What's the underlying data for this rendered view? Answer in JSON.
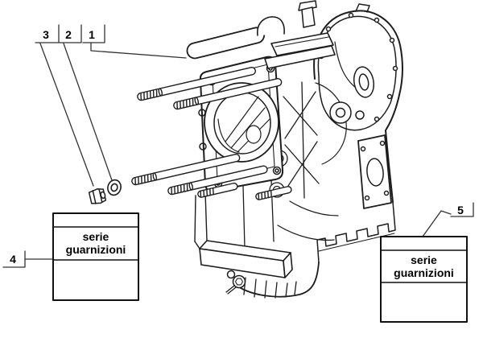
{
  "figure": {
    "background_color": "#ffffff",
    "line_color": "#1d1d1d",
    "text_color": "#000000"
  },
  "callouts": {
    "c1": "1",
    "c2": "2",
    "c3": "3",
    "c4": "4",
    "c5": "5"
  },
  "gasket_box_left": {
    "line1": "serie",
    "line2": "guarnizioni"
  },
  "gasket_box_right": {
    "line1": "serie",
    "line2": "guarnizioni"
  }
}
